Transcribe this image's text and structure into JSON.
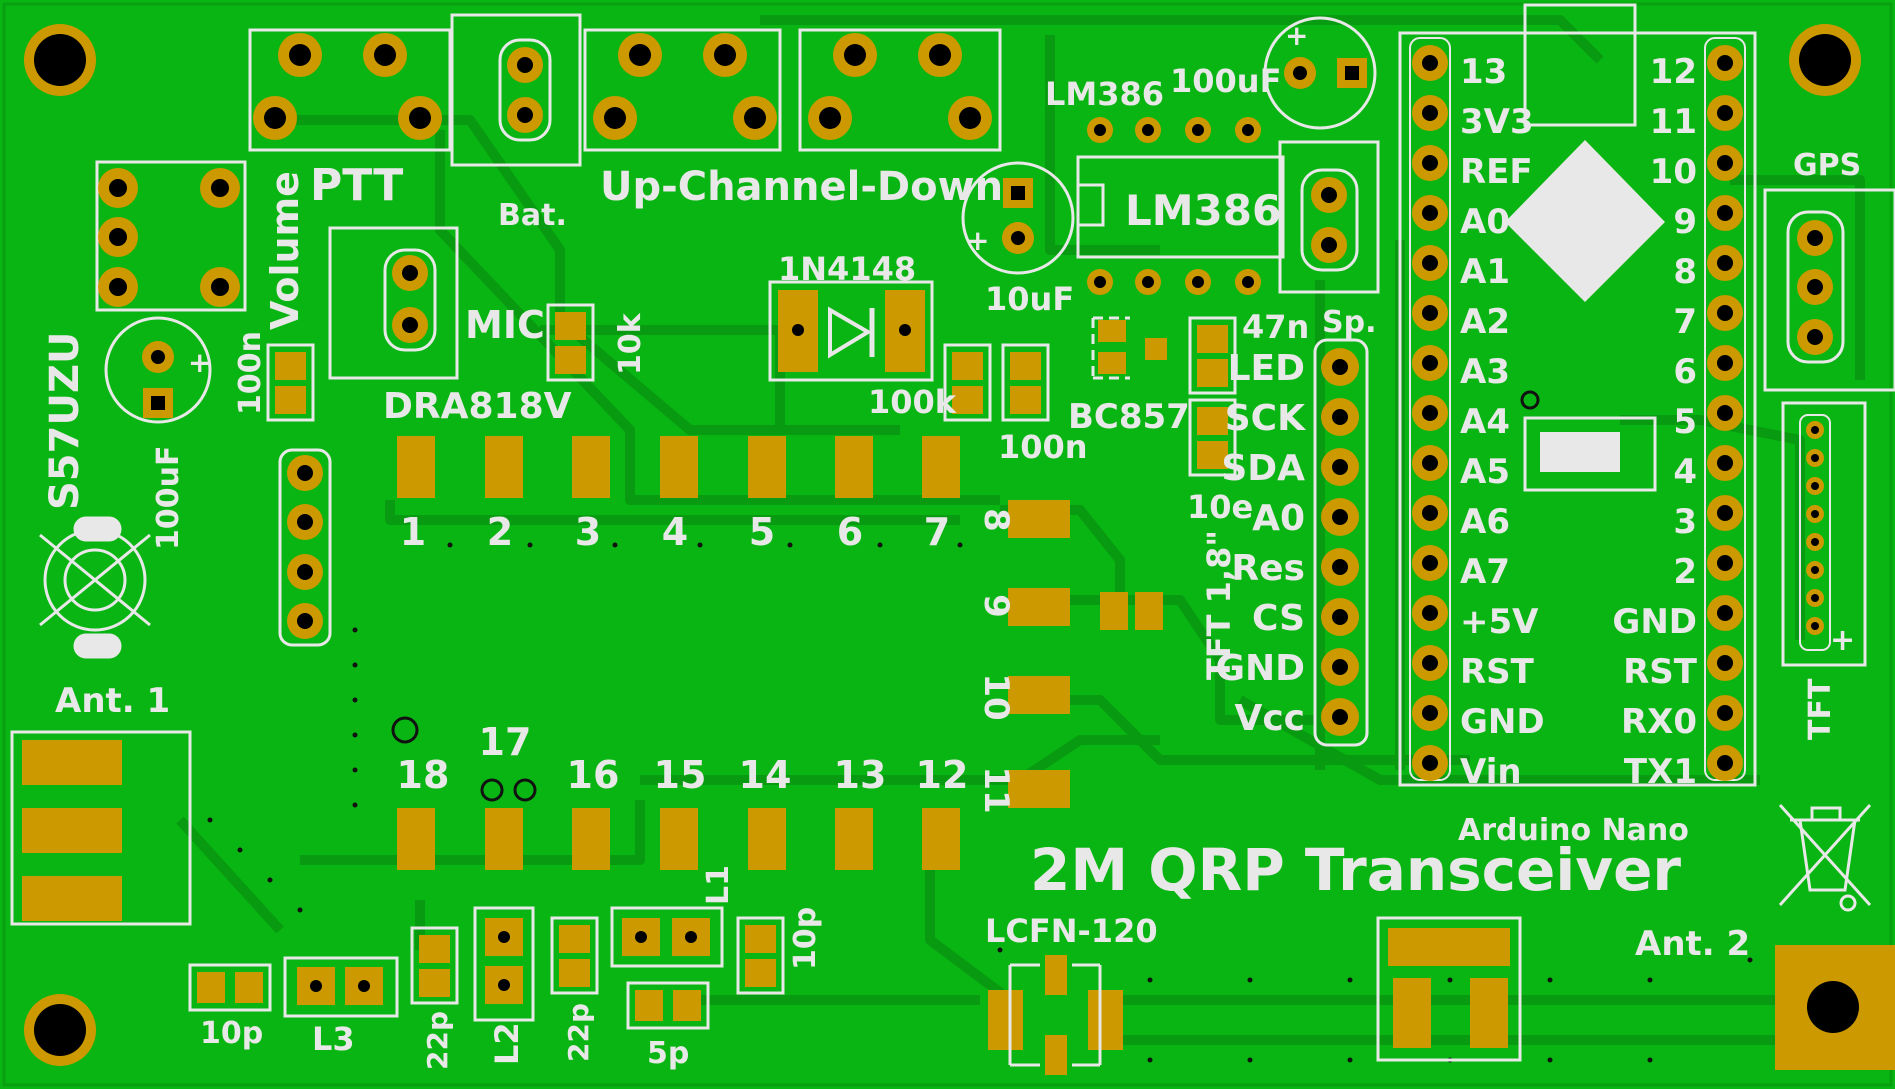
{
  "board": {
    "title": "2M QRP Transceiver",
    "author": "S57UZU",
    "colors": {
      "pcb": "#09b512",
      "trace": "#089a10",
      "copper": "#cc9a00",
      "silk": "#e8e8e8",
      "hole": "#000000"
    }
  },
  "labels": {
    "ptt": "PTT",
    "bat": "Bat.",
    "up_channel_down": "Up-Channel-Down",
    "lm386_top": "LM386",
    "lm386_chip": "LM386",
    "cap_100uf_top": "100uF",
    "cap_100uf_left": "100uF",
    "cap_10uf": "10uF",
    "volume": "Volume",
    "mic": "MIC",
    "r_10k": "10k",
    "c_100n_left": "100n",
    "diode": "1N4148",
    "r_100k": "100k",
    "c_100n_mid": "100n",
    "transistor": "BC857",
    "c_47n": "47n",
    "r_10e": "10e",
    "sp": "Sp.",
    "module": "DRA818V",
    "ant1": "Ant. 1",
    "ant2": "Ant. 2",
    "gps": "GPS",
    "tft_vertical": "TFT",
    "tft_header": "TFT 1,8\"",
    "tft_plus": "+",
    "arduino": "Arduino Nano",
    "lcfn": "LCFN-120",
    "l1": "L1",
    "l2": "L2",
    "l3": "L3",
    "c_10p_left": "10p",
    "c_10p_right": "10p",
    "c_22p_a": "22p",
    "c_22p_b": "22p",
    "c_5p": "5p",
    "cap_plus": "+"
  },
  "dra818_pins_top": [
    "1",
    "2",
    "3",
    "4",
    "5",
    "6",
    "7"
  ],
  "dra818_pins_right": [
    "8",
    "9",
    "10",
    "11"
  ],
  "dra818_pins_bottom": [
    "18",
    "17",
    "16",
    "15",
    "14",
    "13",
    "12"
  ],
  "tft_pins": [
    "LED",
    "SCK",
    "SDA",
    "A0",
    "Res",
    "CS",
    "GND",
    "Vcc"
  ],
  "nano_left": [
    "13",
    "3V3",
    "REF",
    "A0",
    "A1",
    "A2",
    "A3",
    "A4",
    "A5",
    "A6",
    "A7",
    "+5V",
    "RST",
    "GND",
    "Vin"
  ],
  "nano_right": [
    "12",
    "11",
    "10",
    "9",
    "8",
    "7",
    "6",
    "5",
    "4",
    "3",
    "2",
    "GND",
    "RST",
    "RX0",
    "TX1"
  ]
}
